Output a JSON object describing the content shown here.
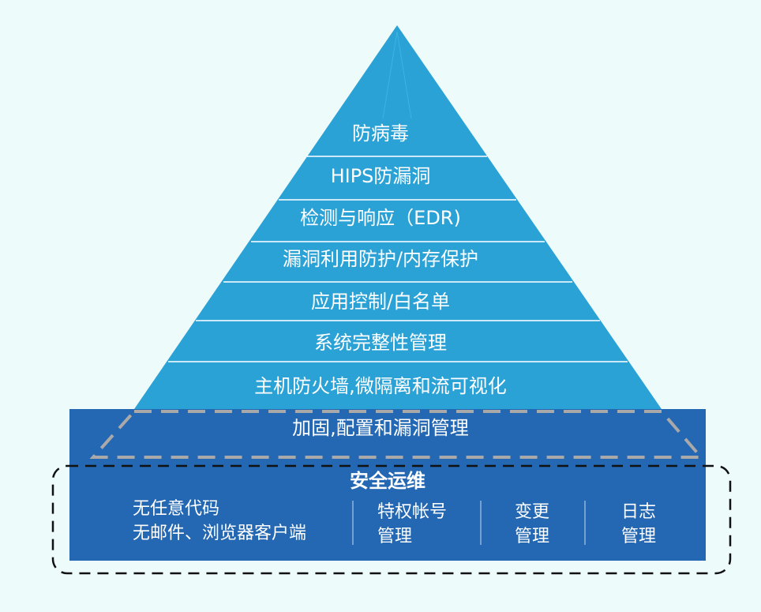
{
  "pyramid": {
    "layers": [
      "防病毒",
      "HIPS防漏洞",
      "检测与响应（EDR)",
      "漏洞利用防护/内存保护",
      "应用控制/白名单",
      "系统完整性管理",
      "主机防火墙,微隔离和流可视化"
    ],
    "base_layer": "加固,配置和漏洞管理",
    "colors": {
      "pyramid": "#2aa2d6",
      "base": "#2467b2",
      "separator": "#ffffff",
      "dashed_outline": "#a9a9a9",
      "ops_outline": "#111111",
      "background": "#eefbfb"
    }
  },
  "security_ops": {
    "title": "安全运维",
    "items": [
      {
        "lines": [
          "无任意代码",
          "无邮件、浏览器客户端"
        ]
      },
      {
        "lines": [
          "特权帐号",
          "管理"
        ]
      },
      {
        "lines": [
          "变更",
          "管理"
        ]
      },
      {
        "lines": [
          "日志",
          "管理"
        ]
      }
    ]
  }
}
